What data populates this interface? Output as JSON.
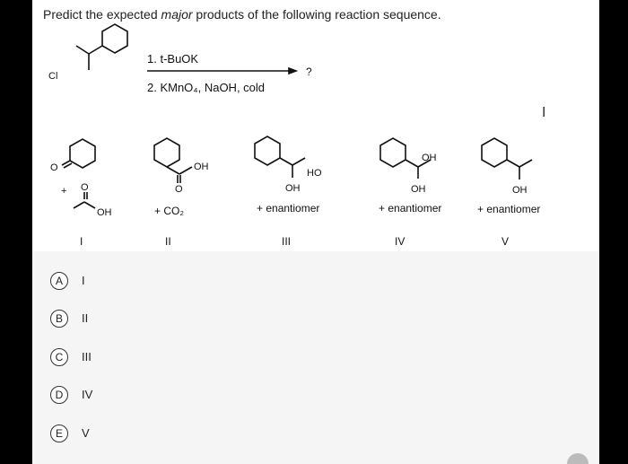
{
  "question": {
    "prefix": "Predict the expected ",
    "emph": "major",
    "suffix": " products of the following reaction sequence."
  },
  "reaction": {
    "substituent": "Cl",
    "step1": "1.  t-BuOK",
    "step2": "2.  KMnO₄, NaOH, cold",
    "product_mark": "?"
  },
  "choices": [
    {
      "numeral": "I",
      "labels": {
        "oh": "OH",
        "plus": "+"
      }
    },
    {
      "numeral": "II",
      "labels": {
        "oh": "OH",
        "co2": "+ CO₂"
      }
    },
    {
      "numeral": "III",
      "labels": {
        "oh1": "HO",
        "oh2": "OH",
        "enant": "+ enantiomer"
      }
    },
    {
      "numeral": "IV",
      "labels": {
        "oh1": "OH",
        "oh2": "OH",
        "enant": "+ enantiomer"
      }
    },
    {
      "numeral": "V",
      "labels": {
        "oh": "OH",
        "enant": "+ enantiomer"
      }
    }
  ],
  "answers": [
    {
      "letter": "A",
      "text": "I"
    },
    {
      "letter": "B",
      "text": "II"
    },
    {
      "letter": "C",
      "text": "III"
    },
    {
      "letter": "D",
      "text": "IV"
    },
    {
      "letter": "E",
      "text": "V"
    }
  ],
  "cursor_glyph": "I"
}
